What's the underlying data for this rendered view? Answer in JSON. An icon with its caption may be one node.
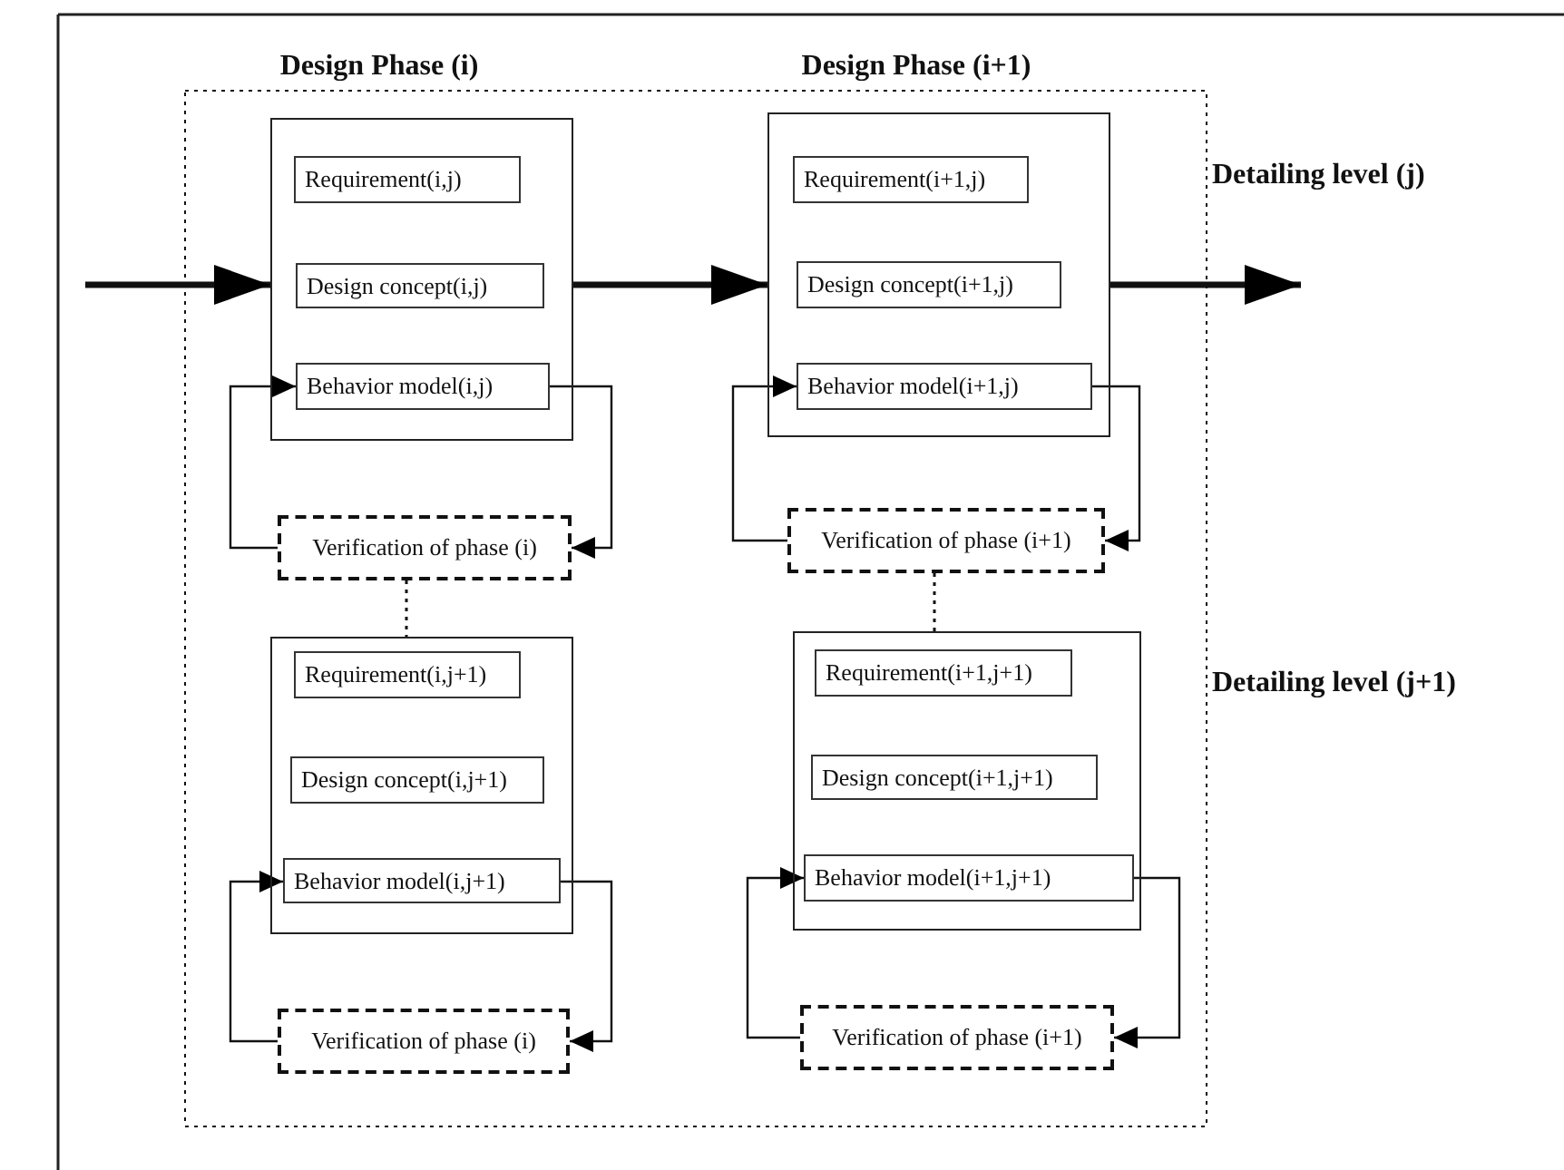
{
  "diagram": {
    "nodes": [
      {
        "text": [],
        "shape": "box"
      },
      {
        "text": [
          "Requirement(i,j)"
        ],
        "in": 0
      },
      {
        "text": [
          "Design concept(i,j)"
        ],
        "in": 0
      },
      {
        "text": [
          "Behavior model(i,j)"
        ],
        "in": 0
      },
      {
        "text": [],
        "shape": "box"
      },
      {
        "text": [
          "Requirement(i+1,j)"
        ],
        "in": 4
      },
      {
        "text": [
          "Design concept(i+1,j)"
        ],
        "in": 4
      },
      {
        "text": [
          "Behavior model(i+1,j)"
        ],
        "in": 4
      },
      {
        "text": [
          "Verification of phase (i)"
        ]
      },
      {
        "text": [
          "Verification of phase (i+1)"
        ]
      },
      {
        "text": [],
        "shape": "box"
      },
      {
        "text": [
          "Requirement(i,j+1)"
        ],
        "in": 10
      },
      {
        "text": [
          "Design concept(i,j+1)"
        ],
        "in": 10
      },
      {
        "text": [
          "Behavior model(i,j+1)"
        ],
        "in": 10
      },
      {
        "text": [],
        "shape": "box"
      },
      {
        "text": [
          "Requirement(i+1,j+1)"
        ],
        "in": 14
      },
      {
        "text": [
          "Design concept(i+1,j+1)"
        ],
        "in": 14
      },
      {
        "text": [
          "Behavior model(i+1,j+1)"
        ],
        "in": 14
      },
      {
        "text": [
          "Verification of phase (i)"
        ]
      },
      {
        "text": [
          "Verification of phase (i+1)"
        ]
      }
    ],
    "edges": [
      {
        "from": null,
        "to": 0,
        "arrow": "to",
        "style": "thick"
      },
      {
        "from": 0,
        "to": 4,
        "arrow": "to",
        "style": "thick"
      },
      {
        "from": 4,
        "to": null,
        "arrow": "to",
        "style": "thick"
      },
      {
        "from": 3,
        "to": 8,
        "arrow": "to"
      },
      {
        "from": 8,
        "to": 3,
        "arrow": "to"
      },
      {
        "from": 7,
        "to": 9,
        "arrow": "to"
      },
      {
        "from": 9,
        "to": 7,
        "arrow": "to"
      },
      {
        "from": 8,
        "to": 10,
        "arrow": "none",
        "style": "dashed"
      },
      {
        "from": 9,
        "to": 14,
        "arrow": "none",
        "style": "dashed"
      },
      {
        "from": 13,
        "to": 18,
        "arrow": "to"
      },
      {
        "from": 18,
        "to": 13,
        "arrow": "to"
      },
      {
        "from": 17,
        "to": 19,
        "arrow": "to"
      },
      {
        "from": 19,
        "to": 17,
        "arrow": "to"
      }
    ],
    "labels": [
      "Design Phase (i)",
      "Design Phase (i+1)",
      "Detailing level (j)",
      "Detailing level (j+1)"
    ]
  }
}
